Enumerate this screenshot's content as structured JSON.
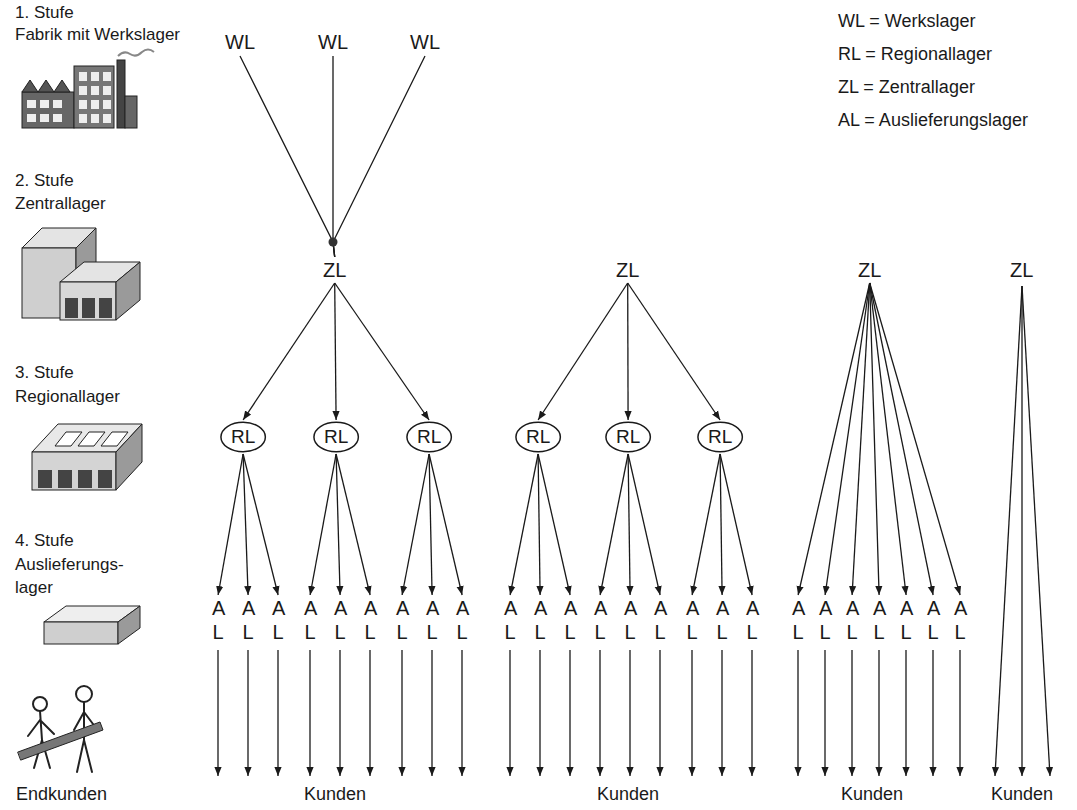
{
  "diagram": {
    "nodes": [
      {
        "text": [
          "WL"
        ]
      },
      {
        "text": [
          "WL"
        ]
      },
      {
        "text": [
          "WL"
        ]
      },
      {
        "text": [
          "ZL"
        ]
      },
      {
        "text": [
          "ZL"
        ]
      },
      {
        "text": [
          "ZL"
        ]
      },
      {
        "text": [
          "ZL"
        ]
      },
      {
        "text": [
          "RL"
        ]
      },
      {
        "text": [
          "RL"
        ]
      },
      {
        "text": [
          "RL"
        ]
      },
      {
        "text": [
          "RL"
        ]
      },
      {
        "text": [
          "RL"
        ]
      },
      {
        "text": [
          "RL"
        ]
      },
      {
        "text": [
          "A L"
        ]
      },
      {
        "text": [
          "A L"
        ]
      },
      {
        "text": [
          "A L"
        ]
      },
      {
        "text": [
          "A L"
        ]
      },
      {
        "text": [
          "A L"
        ]
      },
      {
        "text": [
          "A L"
        ]
      },
      {
        "text": [
          "A L"
        ]
      },
      {
        "text": [
          "A L"
        ]
      },
      {
        "text": [
          "A L"
        ]
      },
      {
        "text": [
          "A L"
        ]
      },
      {
        "text": [
          "A L"
        ]
      },
      {
        "text": [
          "A L"
        ]
      },
      {
        "text": [
          "A L"
        ]
      },
      {
        "text": [
          "A L"
        ]
      },
      {
        "text": [
          "A L"
        ]
      },
      {
        "text": [
          "A L"
        ]
      },
      {
        "text": [
          "A L"
        ]
      },
      {
        "text": [
          "A L"
        ]
      },
      {
        "text": [
          "A L"
        ]
      },
      {
        "text": [
          "A L"
        ]
      },
      {
        "text": [
          "A L"
        ]
      },
      {
        "text": [
          "A L"
        ]
      },
      {
        "text": [
          "A L"
        ]
      },
      {
        "text": [
          "A L"
        ]
      },
      {
        "text": [
          "A L"
        ]
      }
    ],
    "edges": [
      {
        "from": 0,
        "to": 3,
        "arrow": "none"
      },
      {
        "from": 1,
        "to": 3,
        "arrow": "none"
      },
      {
        "from": 2,
        "to": 3,
        "arrow": "none"
      },
      {
        "from": 3,
        "to": 7,
        "arrow": "to"
      },
      {
        "from": 3,
        "to": 8,
        "arrow": "to"
      },
      {
        "from": 3,
        "to": 9,
        "arrow": "to"
      },
      {
        "from": 4,
        "to": 10,
        "arrow": "to"
      },
      {
        "from": 4,
        "to": 11,
        "arrow": "to"
      },
      {
        "from": 4,
        "to": 12,
        "arrow": "to"
      },
      {
        "from": 7,
        "to": 13,
        "arrow": "to"
      },
      {
        "from": 7,
        "to": 14,
        "arrow": "to"
      },
      {
        "from": 7,
        "to": 15,
        "arrow": "to"
      },
      {
        "from": 8,
        "to": 16,
        "arrow": "to"
      },
      {
        "from": 8,
        "to": 17,
        "arrow": "to"
      },
      {
        "from": 8,
        "to": 18,
        "arrow": "to"
      },
      {
        "from": 9,
        "to": 19,
        "arrow": "to"
      },
      {
        "from": 9,
        "to": 20,
        "arrow": "to"
      },
      {
        "from": 9,
        "to": 21,
        "arrow": "to"
      },
      {
        "from": 10,
        "to": 22,
        "arrow": "to"
      },
      {
        "from": 10,
        "to": 23,
        "arrow": "to"
      },
      {
        "from": 10,
        "to": 24,
        "arrow": "to"
      },
      {
        "from": 11,
        "to": 25,
        "arrow": "to"
      },
      {
        "from": 11,
        "to": 26,
        "arrow": "to"
      },
      {
        "from": 11,
        "to": 27,
        "arrow": "to"
      },
      {
        "from": 12,
        "to": 28,
        "arrow": "to"
      },
      {
        "from": 12,
        "to": 29,
        "arrow": "to"
      },
      {
        "from": 12,
        "to": 30,
        "arrow": "to"
      },
      {
        "from": 5,
        "to": 31,
        "arrow": "to"
      },
      {
        "from": 5,
        "to": 32,
        "arrow": "to"
      },
      {
        "from": 5,
        "to": 33,
        "arrow": "to"
      },
      {
        "from": 5,
        "to": 34,
        "arrow": "to"
      },
      {
        "from": 5,
        "to": 35,
        "arrow": "to"
      },
      {
        "from": 5,
        "to": 36,
        "arrow": "to"
      },
      {
        "from": 5,
        "to": 37,
        "arrow": "to"
      }
    ],
    "labels": [
      "1. Stufe",
      "Fabrik mit Werkslager",
      "2. Stufe",
      "Zentrallager",
      "3. Stufe",
      "Regionallager",
      "4. Stufe",
      "Auslieferungs- lager",
      "Endkunden",
      "Kunden",
      "Kunden",
      "Kunden",
      "Kunden",
      "WL = Werkslager",
      "RL = Regionallager",
      "ZL = Zentrallager",
      "AL = Auslieferungslager"
    ]
  }
}
